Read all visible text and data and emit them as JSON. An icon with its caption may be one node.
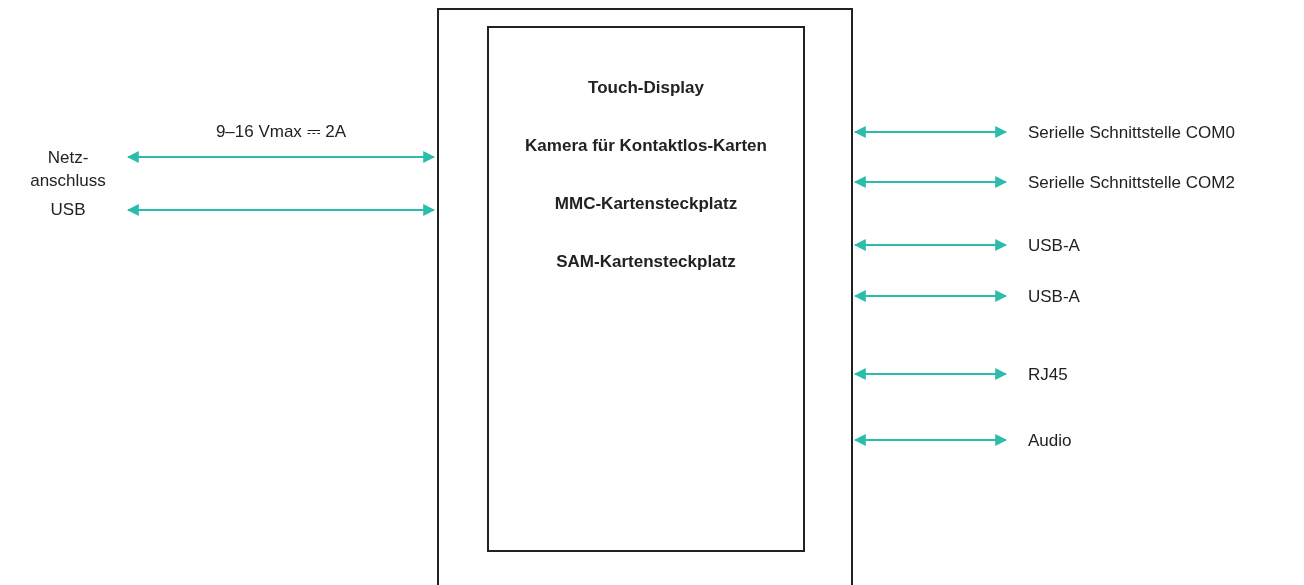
{
  "diagram": {
    "nodes": [
      {
        "text": [],
        "shape": "box"
      },
      {
        "text": [
          "Touch-Display",
          "Kamera für Kontaktlos-Karten",
          "MMC-Kartensteckplatz",
          "SAM-Kartensteckplatz"
        ],
        "in": 0
      },
      {
        "text": [
          "Netz- anschluss"
        ]
      },
      {
        "text": [
          "USB"
        ]
      },
      {
        "text": [
          "Serielle Schnittstelle COM0"
        ]
      },
      {
        "text": [
          "Serielle Schnittstelle COM2"
        ]
      },
      {
        "text": [
          "USB-A"
        ]
      },
      {
        "text": [
          "USB-A"
        ]
      },
      {
        "text": [
          "RJ45"
        ]
      },
      {
        "text": [
          "Audio"
        ]
      }
    ],
    "edges": [
      {
        "from": 2,
        "to": 0,
        "arrow": "both",
        "label": "9–16 Vmax ⎓ 2A"
      },
      {
        "from": 3,
        "to": 0,
        "arrow": "both"
      },
      {
        "from": 0,
        "to": 4,
        "arrow": "both"
      },
      {
        "from": 0,
        "to": 5,
        "arrow": "both"
      },
      {
        "from": 0,
        "to": 6,
        "arrow": "both"
      },
      {
        "from": 0,
        "to": 7,
        "arrow": "both"
      },
      {
        "from": 0,
        "to": 8,
        "arrow": "both"
      },
      {
        "from": 0,
        "to": 9,
        "arrow": "both"
      }
    ]
  }
}
